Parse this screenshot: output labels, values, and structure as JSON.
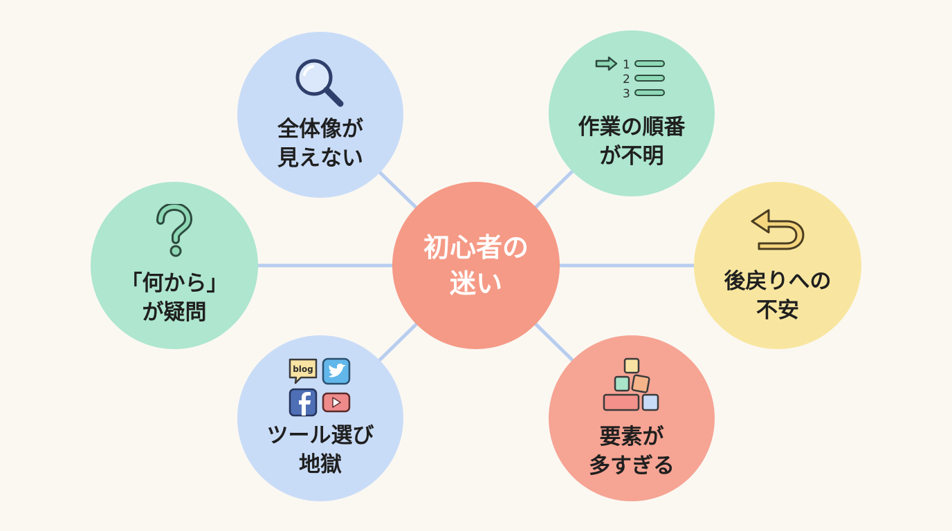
{
  "colors": {
    "background": "#fbf8f2",
    "connector": "#b8cdef",
    "blue_node": "#c9dcf7",
    "green_node": "#aee6cf",
    "yellow_node": "#f8e6a0",
    "salmon_node": "#f6a494",
    "center_node": "#f59a86"
  },
  "center": {
    "line1": "初心者の",
    "line2": "迷い"
  },
  "nodes": {
    "top_left": {
      "icon": "magnifier-icon",
      "line1": "全体像が",
      "line2": "見えない"
    },
    "top_right": {
      "icon": "numbered-list-icon",
      "line1": "作業の順番",
      "line2": "が不明",
      "list_numbers": [
        "1",
        "2",
        "3"
      ]
    },
    "left": {
      "icon": "question-mark-icon",
      "line1": "「何から」",
      "line2": "が疑問"
    },
    "right": {
      "icon": "undo-arrow-icon",
      "line1": "後戻りへの",
      "line2": "不安"
    },
    "bottom_left": {
      "icon": "tool-logos-icon",
      "line1": "ツール選び",
      "line2": "地獄",
      "blog_badge": "blog"
    },
    "bottom_right": {
      "icon": "stacked-blocks-icon",
      "line1": "要素が",
      "line2": "多すぎる"
    }
  }
}
